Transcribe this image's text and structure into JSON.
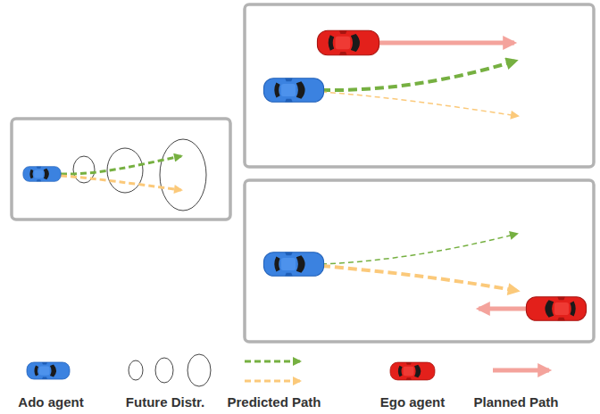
{
  "diagram": {
    "legend": [
      {
        "text": "Ado agent"
      },
      {
        "text": "Future Distr."
      },
      {
        "text": "Predicted Path"
      },
      {
        "text": "Ego agent"
      },
      {
        "text": "Planned Path"
      }
    ]
  }
}
